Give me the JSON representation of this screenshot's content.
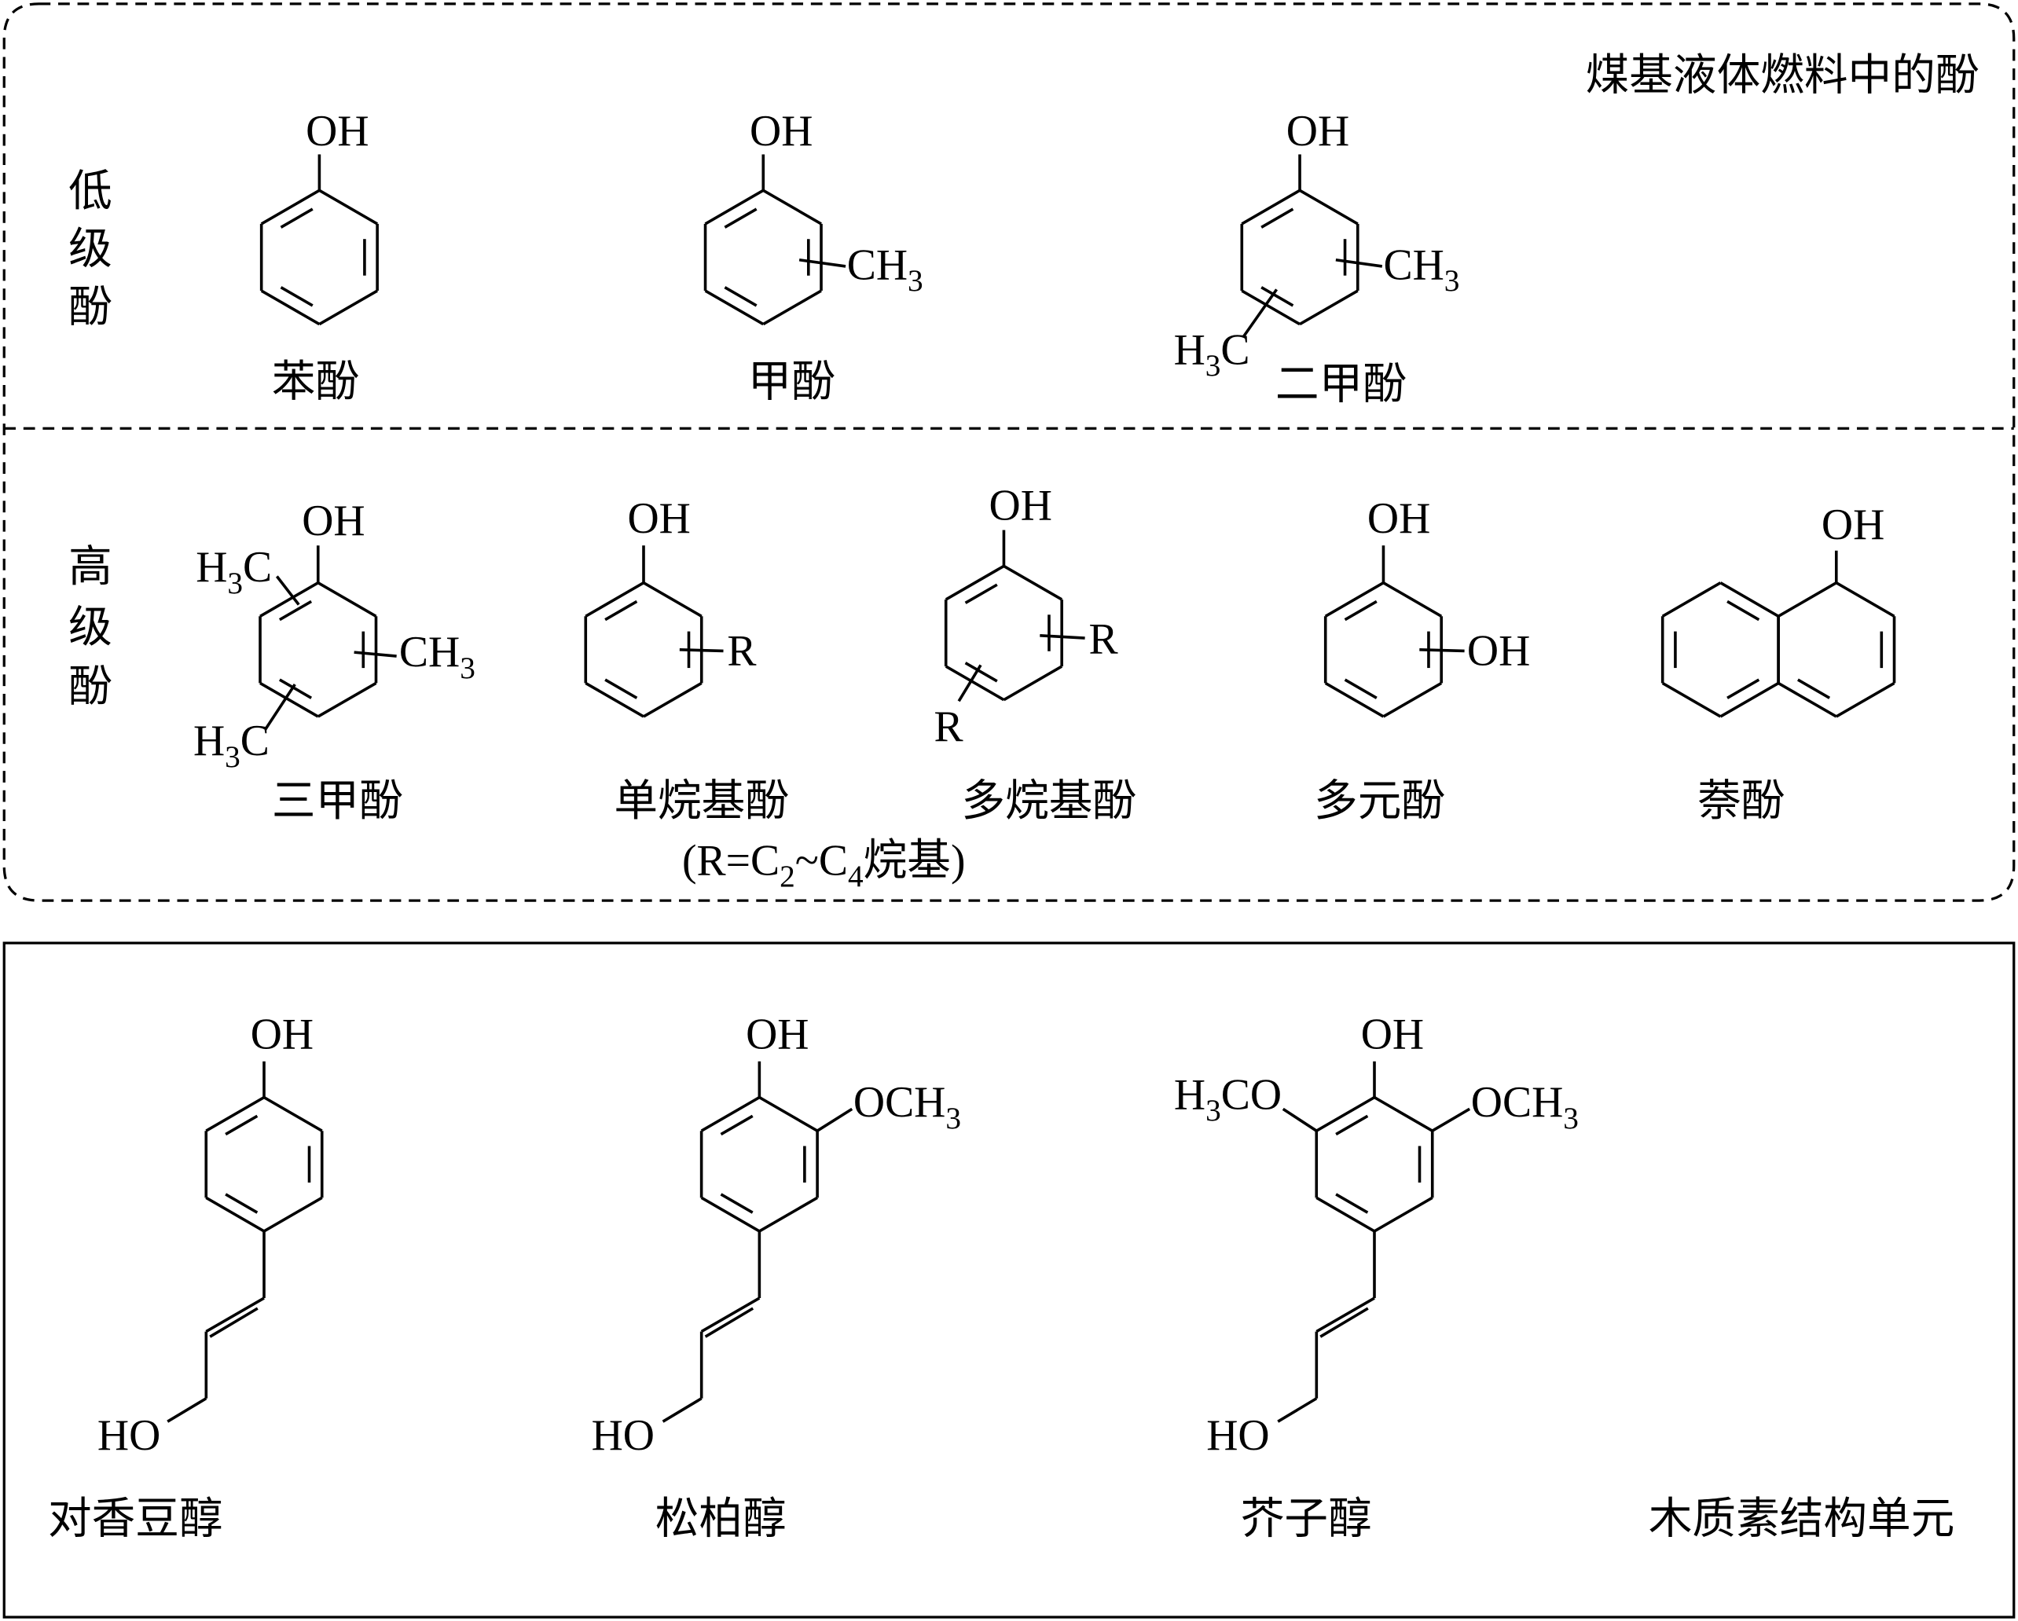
{
  "top_panel": {
    "title": "煤基液体燃料中的酚",
    "low_group": {
      "label_chars": [
        "低",
        "级",
        "酚"
      ]
    },
    "high_group": {
      "label_chars": [
        "高",
        "级",
        "酚"
      ]
    },
    "low_phenols": [
      {
        "name": "苯酚",
        "substituents": [
          "OH"
        ]
      },
      {
        "name": "甲酚",
        "substituents": [
          "OH",
          "CH3"
        ]
      },
      {
        "name": "二甲酚",
        "substituents": [
          "OH",
          "CH3",
          "H3C"
        ]
      }
    ],
    "high_phenols": [
      {
        "name": "三甲酚",
        "substituents": [
          "OH",
          "H3C",
          "CH3",
          "H3C"
        ]
      },
      {
        "name": "单烷基酚",
        "note": "(R=C2~C4烷基)",
        "substituents": [
          "OH",
          "R"
        ]
      },
      {
        "name": "多烷基酚",
        "substituents": [
          "OH",
          "R",
          "R"
        ]
      },
      {
        "name": "多元酚",
        "substituents": [
          "OH",
          "OH"
        ]
      },
      {
        "name": "萘酚",
        "substituents": [
          "OH"
        ]
      }
    ]
  },
  "bottom_panel": {
    "title": "木质素结构单元",
    "units": [
      {
        "name": "对香豆醇",
        "substituents": [
          "OH",
          "HO"
        ]
      },
      {
        "name": "松柏醇",
        "substituents": [
          "OH",
          "OCH3",
          "HO"
        ]
      },
      {
        "name": "芥子醇",
        "substituents": [
          "OH",
          "H3CO",
          "OCH3",
          "HO"
        ]
      }
    ]
  }
}
